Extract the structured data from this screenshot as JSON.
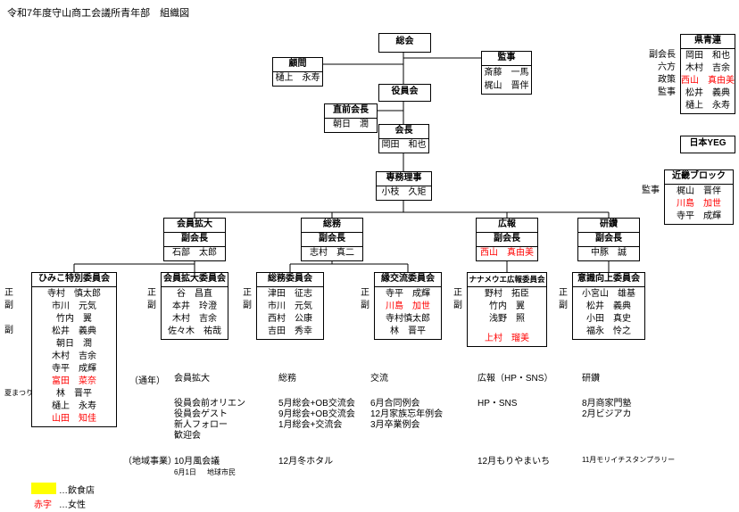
{
  "title": "令和7年度守山商工会議所青年部　組織図",
  "colors": {
    "female_text": "#ff0000",
    "restaurant_highlight": "#ffff00",
    "line": "#000000"
  },
  "tree": {
    "soukai": "総会",
    "komon": {
      "label": "顧問",
      "name": "樋上　永寿"
    },
    "kanji": {
      "label": "監事",
      "names": [
        "斎藤　一馬",
        "梶山　晋伴"
      ]
    },
    "yakuinkai": "役員会",
    "chokuzen_kaichou": {
      "label": "直前会長",
      "name": "朝日　潤"
    },
    "kaichou": {
      "label": "会長",
      "name": "岡田　和也"
    },
    "senmu_riji": {
      "label": "専務理事",
      "name": "小枝　久矩"
    }
  },
  "side": {
    "kenseiren": {
      "title": "県青連",
      "members": [
        {
          "role": "副会長",
          "name": "岡田　和也"
        },
        {
          "role": "六方",
          "name": "木村　吉余"
        },
        {
          "role": "政策",
          "name": "西山　真由美",
          "color": "#ff0000"
        },
        {
          "role": "監事",
          "name": "松井　義典"
        },
        {
          "role": "",
          "name": "樋上　永寿"
        }
      ]
    },
    "nihon_yeg": {
      "title": "日本YEG"
    },
    "kinki_block": {
      "title": "近畿ブロック",
      "members": [
        {
          "role": "監事",
          "name": "梶山　晋伴"
        },
        {
          "role": "",
          "name": "川島　加世",
          "color": "#ff0000"
        },
        {
          "role": "",
          "name": "寺平　成輝"
        }
      ]
    }
  },
  "branches": [
    {
      "dept": "会員拡大",
      "post": "副会長",
      "name": "石部　太郎"
    },
    {
      "dept": "総務",
      "post": "副会長",
      "name": "志村　真二"
    },
    {
      "dept": "広報",
      "post": "副会長",
      "name": "西山　真由美",
      "color": "#ff0000"
    },
    {
      "dept": "研鑽",
      "post": "副会長",
      "name": "中豚　誠"
    }
  ],
  "committees": [
    {
      "title": "ひみこ特別委員会",
      "members": [
        {
          "role": "正",
          "name": "寺村　慎太郎"
        },
        {
          "role": "副",
          "name": "市川　元気"
        },
        {
          "role": "",
          "name": "竹内　翼"
        },
        {
          "role": "副",
          "name": "松井　義典"
        },
        {
          "role": "",
          "name": "朝日　潤"
        },
        {
          "role": "",
          "name": "木村　吉余"
        },
        {
          "role": "",
          "name": "寺平　成輝"
        },
        {
          "role": "",
          "name": "富田　菜奈",
          "color": "#ff0000"
        },
        {
          "role": "夏まつり",
          "name": "林　晋平"
        },
        {
          "role": "",
          "name": "樋上　永寿"
        },
        {
          "role": "",
          "name": "山田　知佳",
          "color": "#ff0000"
        }
      ]
    },
    {
      "title": "会員拡大委員会",
      "members": [
        {
          "role": "正",
          "name": "谷　昌直"
        },
        {
          "role": "副",
          "name": "本井　玲澄"
        },
        {
          "role": "",
          "name": "木村　吉余"
        },
        {
          "role": "",
          "name": "佐々木　祐哉"
        }
      ]
    },
    {
      "title": "総務委員会",
      "members": [
        {
          "role": "正",
          "name": "津田　征志"
        },
        {
          "role": "副",
          "name": "市川　元気"
        },
        {
          "role": "",
          "name": "西村　公康"
        },
        {
          "role": "",
          "name": "吉田　秀幸"
        }
      ]
    },
    {
      "title": "縁交流委員会",
      "members": [
        {
          "role": "正",
          "name": "寺平　成輝"
        },
        {
          "role": "副",
          "name": "川島　加世",
          "color": "#ff0000"
        },
        {
          "role": "",
          "name": "寺村慎太郎"
        },
        {
          "role": "",
          "name": "林　晋平"
        }
      ]
    },
    {
      "title": "ナナメウエ広報委員会",
      "members": [
        {
          "role": "正",
          "name": "野村　拓臣"
        },
        {
          "role": "副",
          "name": "竹内　翼"
        },
        {
          "role": "",
          "name": "浅野　照"
        },
        {
          "role": "",
          "name": "上村　瑠美",
          "color": "#ff0000"
        }
      ]
    },
    {
      "title": "意識向上委員会",
      "members": [
        {
          "role": "正",
          "name": "小宮山　雄基"
        },
        {
          "role": "副",
          "name": "松井　義典"
        },
        {
          "role": "",
          "name": "小田　真史"
        },
        {
          "role": "",
          "name": "福永　怜之"
        }
      ]
    }
  ],
  "activities": {
    "annual_label": "（通年）",
    "columns": [
      {
        "header": "会員拡大",
        "items": [
          "役員会前オリエン",
          "役員会ゲスト",
          "新人フォロー",
          "歓迎会"
        ]
      },
      {
        "header": "総務",
        "items": [
          "5月総会+OB交流会",
          "9月総会+OB交流会",
          "1月総会+交流会"
        ]
      },
      {
        "header": "交流",
        "items": [
          "6月合同例会",
          "12月家族忘年例会",
          "3月卒業例会"
        ]
      },
      {
        "header": "広報（HP・SNS）",
        "items": [
          "HP・SNS"
        ]
      },
      {
        "header": "研鑽",
        "items": [
          "8月商家門塾",
          "2月ビジアカ"
        ]
      }
    ],
    "regional_label": "（地域事業）",
    "regional_items": [
      "10月風会議",
      "12月冬ホタル",
      "12月もりやまいち",
      "11月モリイチスタンプラリー"
    ],
    "extra_row": {
      "date": "6月1日",
      "name": "地球市民"
    }
  },
  "legend": {
    "yellow_label": "…飲食店",
    "red_term": "赤字",
    "red_label": "…女性"
  }
}
